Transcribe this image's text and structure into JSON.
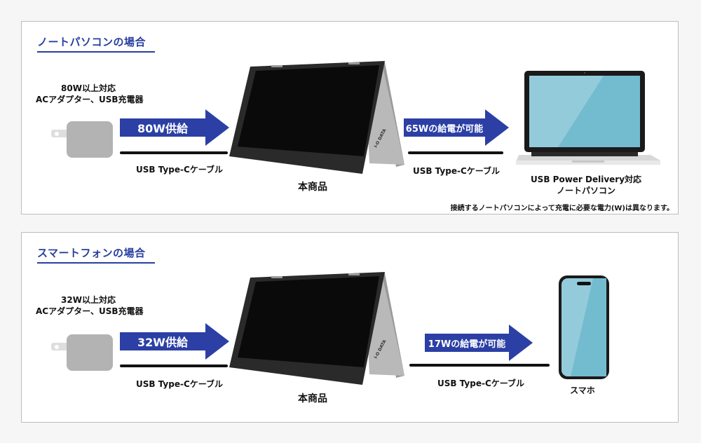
{
  "colors": {
    "accent_blue": "#2b3fa5",
    "panel_border": "#bdbdbd",
    "background": "#f6f6f6",
    "screen_blue": "#7dc0d2",
    "charger_gray": "#b3b3b3"
  },
  "laptop_section": {
    "title": "ノートパソコンの場合",
    "charger_label_line1": "80W以上対応",
    "charger_label_line2": "ACアダプター、USB充電器",
    "input_arrow_label": "80W供給",
    "input_cable_label": "USB Type-Cケーブル",
    "product_label": "本商品",
    "output_arrow_label": "65Wの給電が可能",
    "output_cable_label": "USB Type-Cケーブル",
    "device_label_line1": "USB Power Delivery対応",
    "device_label_line2": "ノートパソコン",
    "note": "接続するノートパソコンによって充電に必要な電力(W)は異なります。",
    "product_brand": "I-O DATA"
  },
  "smartphone_section": {
    "title": "スマートフォンの場合",
    "charger_label_line1": "32W以上対応",
    "charger_label_line2": "ACアダプター、USB充電器",
    "input_arrow_label": "32W供給",
    "input_cable_label": "USB Type-Cケーブル",
    "product_label": "本商品",
    "output_arrow_label": "17Wの給電が可能",
    "output_cable_label": "USB Type-Cケーブル",
    "device_label": "スマホ",
    "product_brand": "I-O DATA"
  }
}
